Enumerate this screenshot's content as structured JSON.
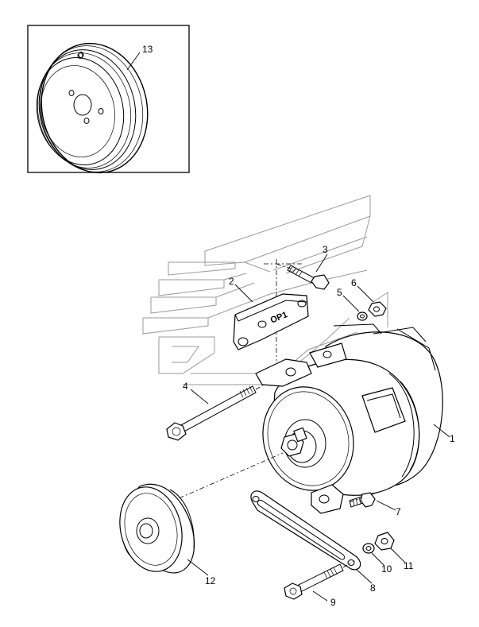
{
  "callouts": {
    "c1": "1",
    "c2": "2",
    "c3": "3",
    "c4": "4",
    "c5": "5",
    "c6": "6",
    "c7": "7",
    "c8": "8",
    "c9": "9",
    "c10": "10",
    "c11": "11",
    "c12": "12",
    "c13": "13"
  },
  "bracket_stamp": "OP1"
}
